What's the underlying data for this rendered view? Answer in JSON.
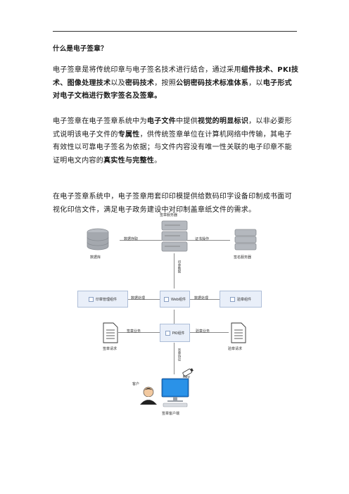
{
  "doc": {
    "heading": "什么是电子签章？",
    "p1": [
      {
        "t": "电子签章是将传统印章与电子签名技术进行结合，通过采用",
        "b": false
      },
      {
        "t": "组件技术、PKI技术、图像处理技术",
        "b": true
      },
      {
        "t": "以及",
        "b": false
      },
      {
        "t": "密码技术",
        "b": true
      },
      {
        "t": "，按照",
        "b": false
      },
      {
        "t": "公钥密码技术标准体系",
        "b": true
      },
      {
        "t": "，以",
        "b": false
      },
      {
        "t": "电子形式对电子文档进行数字签名及签章。",
        "b": true
      }
    ],
    "p2": [
      {
        "t": "电子签章在电子签章系统中为",
        "b": false
      },
      {
        "t": "电子文件",
        "b": true
      },
      {
        "t": "中提供",
        "b": false
      },
      {
        "t": "视觉的明显标识",
        "b": true
      },
      {
        "t": "，以非必要形式说明该电子文件的",
        "b": false
      },
      {
        "t": "专属性",
        "b": true
      },
      {
        "t": "，供传统签章单位在计算机网络中传输，其电子有效性以可靠电子签名为依据；与文件内容没有唯一性关联的电子印章不能证明电文内容的",
        "b": false
      },
      {
        "t": "真实性与完整性",
        "b": true
      },
      {
        "t": "。",
        "b": false
      }
    ],
    "p3": [
      {
        "t": "在电子签章系统中，电子签章用套印印模提供给数码印字设备印制成书面可视化印信文件，满足电子政务建设中对印制盖章纸文件的需求。",
        "b": false
      }
    ]
  },
  "diagram": {
    "server_title": "签章服务器",
    "database": "数据库",
    "data_access": "数据存取",
    "cert_op": "证书操作",
    "sign_server": "签名服务器",
    "seal_data": "印章数据",
    "seal_mgmt": "印章管理组件",
    "data_proc_left": "数据处理",
    "web_component": "Web组件",
    "data_proc_right": "数据处理",
    "verify_component": "验章组件",
    "sign_business": "签章业务",
    "pki_component": "PKI组件",
    "verify_business": "验章业务",
    "sign_request": "签章请求",
    "verify_request": "验章请求",
    "protocol": "签章协议",
    "key": "Key",
    "customer": "客户",
    "client": "签章客户端"
  },
  "colors": {
    "box_fill": "#e9eff9",
    "box_border": "#aebed8",
    "monitor": "#1e7fd6"
  }
}
